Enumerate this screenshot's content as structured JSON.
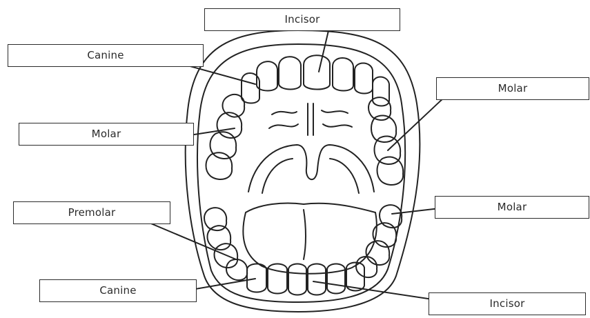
{
  "diagram": {
    "labels": [
      {
        "id": "incisor-top",
        "text": "Incisor"
      },
      {
        "id": "canine-top",
        "text": "Canine"
      },
      {
        "id": "molar-left",
        "text": "Molar"
      },
      {
        "id": "molar-right-top",
        "text": "Molar"
      },
      {
        "id": "premolar-left",
        "text": "Premolar"
      },
      {
        "id": "molar-right-bottom",
        "text": "Molar"
      },
      {
        "id": "canine-bottom",
        "text": "Canine"
      },
      {
        "id": "incisor-bottom",
        "text": "Incisor"
      }
    ],
    "colors": {
      "line": "#222222",
      "text": "#2a2a2a",
      "background": "#ffffff"
    }
  }
}
